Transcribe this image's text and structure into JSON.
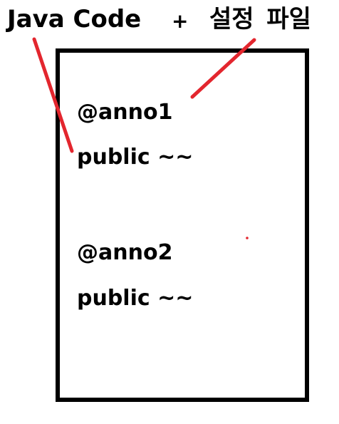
{
  "labels": {
    "java_code": "Java Code",
    "plus": "+",
    "config_file": "설정 파일"
  },
  "code_lines": [
    "@anno1",
    "public ~~",
    "@anno2",
    "public ~~"
  ],
  "colors": {
    "text": "#000000",
    "border": "#000000",
    "arrow": "#e3262e",
    "background": "#ffffff"
  }
}
